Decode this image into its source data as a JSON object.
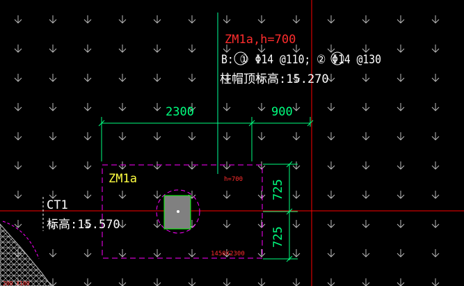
{
  "annotation": {
    "title": "ZM1a,h=700",
    "rebar": "B: ① Φ14 @110; ② Φ14 @130",
    "top_elevation": "柱帽顶标高:15.270"
  },
  "dimensions": {
    "width_left": "2300",
    "width_right": "900",
    "height_upper": "725",
    "height_lower": "725"
  },
  "cap": {
    "label": "ZM1a",
    "thickness_tag": "h=700",
    "size_tag": "1450X2300"
  },
  "pile_cap_ref": {
    "label": "CT1",
    "elevation": "标高:15.570",
    "corner_tag": "200 X100"
  },
  "colors": {
    "background": "#000000",
    "grid_marker": "#bcbcbc",
    "axis_red": "#ff0000",
    "dimension_green": "#00ff7f",
    "cap_magenta": "#ff00ff",
    "text_red": "#ff2d2d",
    "text_white": "#ffffff",
    "text_yellow": "#ffff40",
    "column_fill": "#808080",
    "column_edge": "#00ff00",
    "leader_green": "#00ff9a"
  }
}
